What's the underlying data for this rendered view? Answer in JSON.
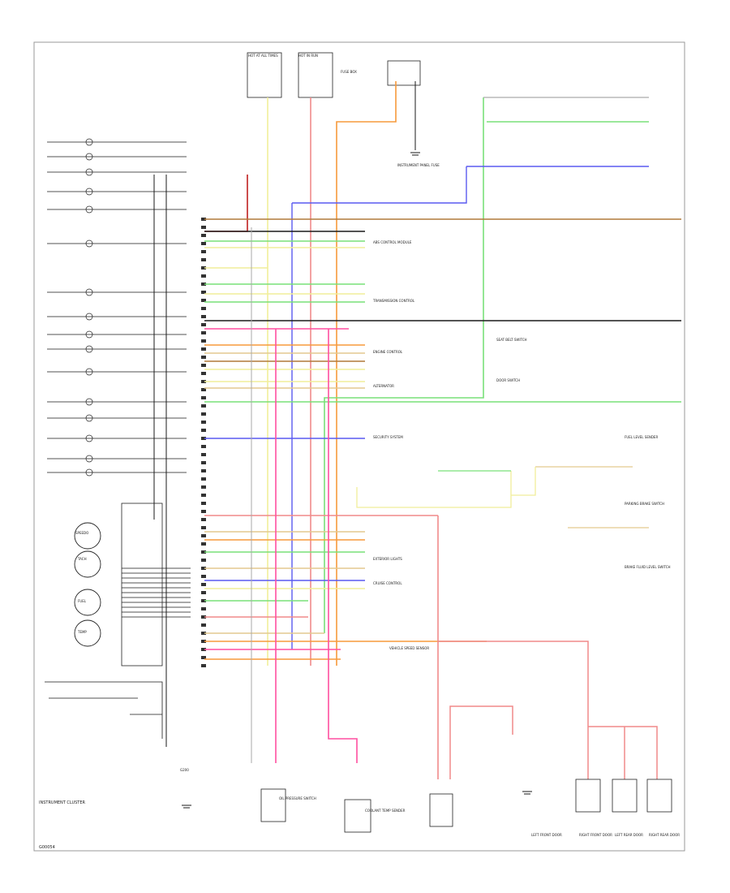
{
  "diagram": {
    "title": "INSTRUMENT CLUSTER",
    "figure_id": "G00054",
    "wire_colors": {
      "black": "#1a1a1a",
      "yellow": "#f1ee9a",
      "red": "#f08a8a",
      "pink": "#ff4fa0",
      "orange": "#f79a3c",
      "green": "#79e079",
      "blue": "#5a5af0",
      "brown": "#b07a3a",
      "tan": "#e3c98f",
      "gray": "#aaaaaa",
      "dark_red": "#c02020"
    },
    "labels": {
      "hot_at_all_times": "HOT AT ALL TIMES",
      "hot_in_run": "HOT IN RUN",
      "fuse_box": "FUSE BOX",
      "instrument_panel": "INSTRUMENT PANEL FUSE",
      "ground": "G200",
      "trans_control": "TRANSMISSION CONTROL",
      "abs_control": "ABS CONTROL MODULE",
      "engine_control": "ENGINE CONTROL",
      "alternator": "ALTERNATOR",
      "security": "SECURITY SYSTEM",
      "fuel_sender": "FUEL LEVEL SENDER",
      "brake_switch": "PARKING BRAKE SWITCH",
      "brake_fluid": "BRAKE FLUID LEVEL SWITCH",
      "vss": "VEHICLE SPEED SENSOR",
      "door_switch": "DOOR SWITCH",
      "seat_belt": "SEAT BELT SWITCH",
      "oil_pressure": "OIL PRESSURE SWITCH",
      "coolant_temp": "COOLANT TEMP SENDER",
      "left_front": "LEFT FRONT DOOR",
      "right_front": "RIGHT FRONT DOOR",
      "left_rear": "LEFT REAR DOOR",
      "right_rear": "RIGHT REAR DOOR",
      "exterior_lights": "EXTERIOR LIGHTS",
      "cruise": "CRUISE CONTROL",
      "speedo": "SPEEDO",
      "tach": "TACH",
      "fuel": "FUEL",
      "temp": "TEMP"
    }
  }
}
